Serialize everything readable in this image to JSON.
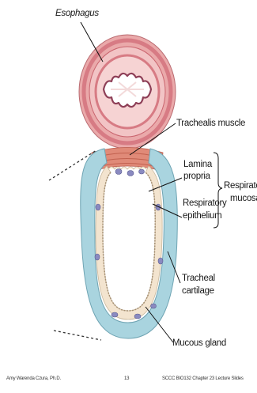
{
  "labels": {
    "esophagus": "Esophagus",
    "trachealis_muscle": "Trachealis muscle",
    "lamina_line1": "Lamina",
    "lamina_line2": "propria",
    "resp_epi_line1": "Respiratory",
    "resp_epi_line2": "epithelium",
    "resp_mucosa_line1": "Respirator",
    "resp_mucosa_line2": "mucosa",
    "cartilage_line1": "Tracheal",
    "cartilage_line2": "cartilage",
    "mucous_gland": "Mucous gland"
  },
  "footer": {
    "author": "Amy Warenda Czura, Ph.D.",
    "page": "13",
    "course": "SCCC BIO132 Chapter 23 Lecture Slides"
  },
  "colors": {
    "esophagus_outer": "#e9a6a8",
    "esophagus_muscle": "#d9707a",
    "esophagus_inner": "#f0c0c2",
    "cartilage": "#a9d4df",
    "epithelium": "#f3e4cf",
    "gland": "#8a8ac0"
  }
}
